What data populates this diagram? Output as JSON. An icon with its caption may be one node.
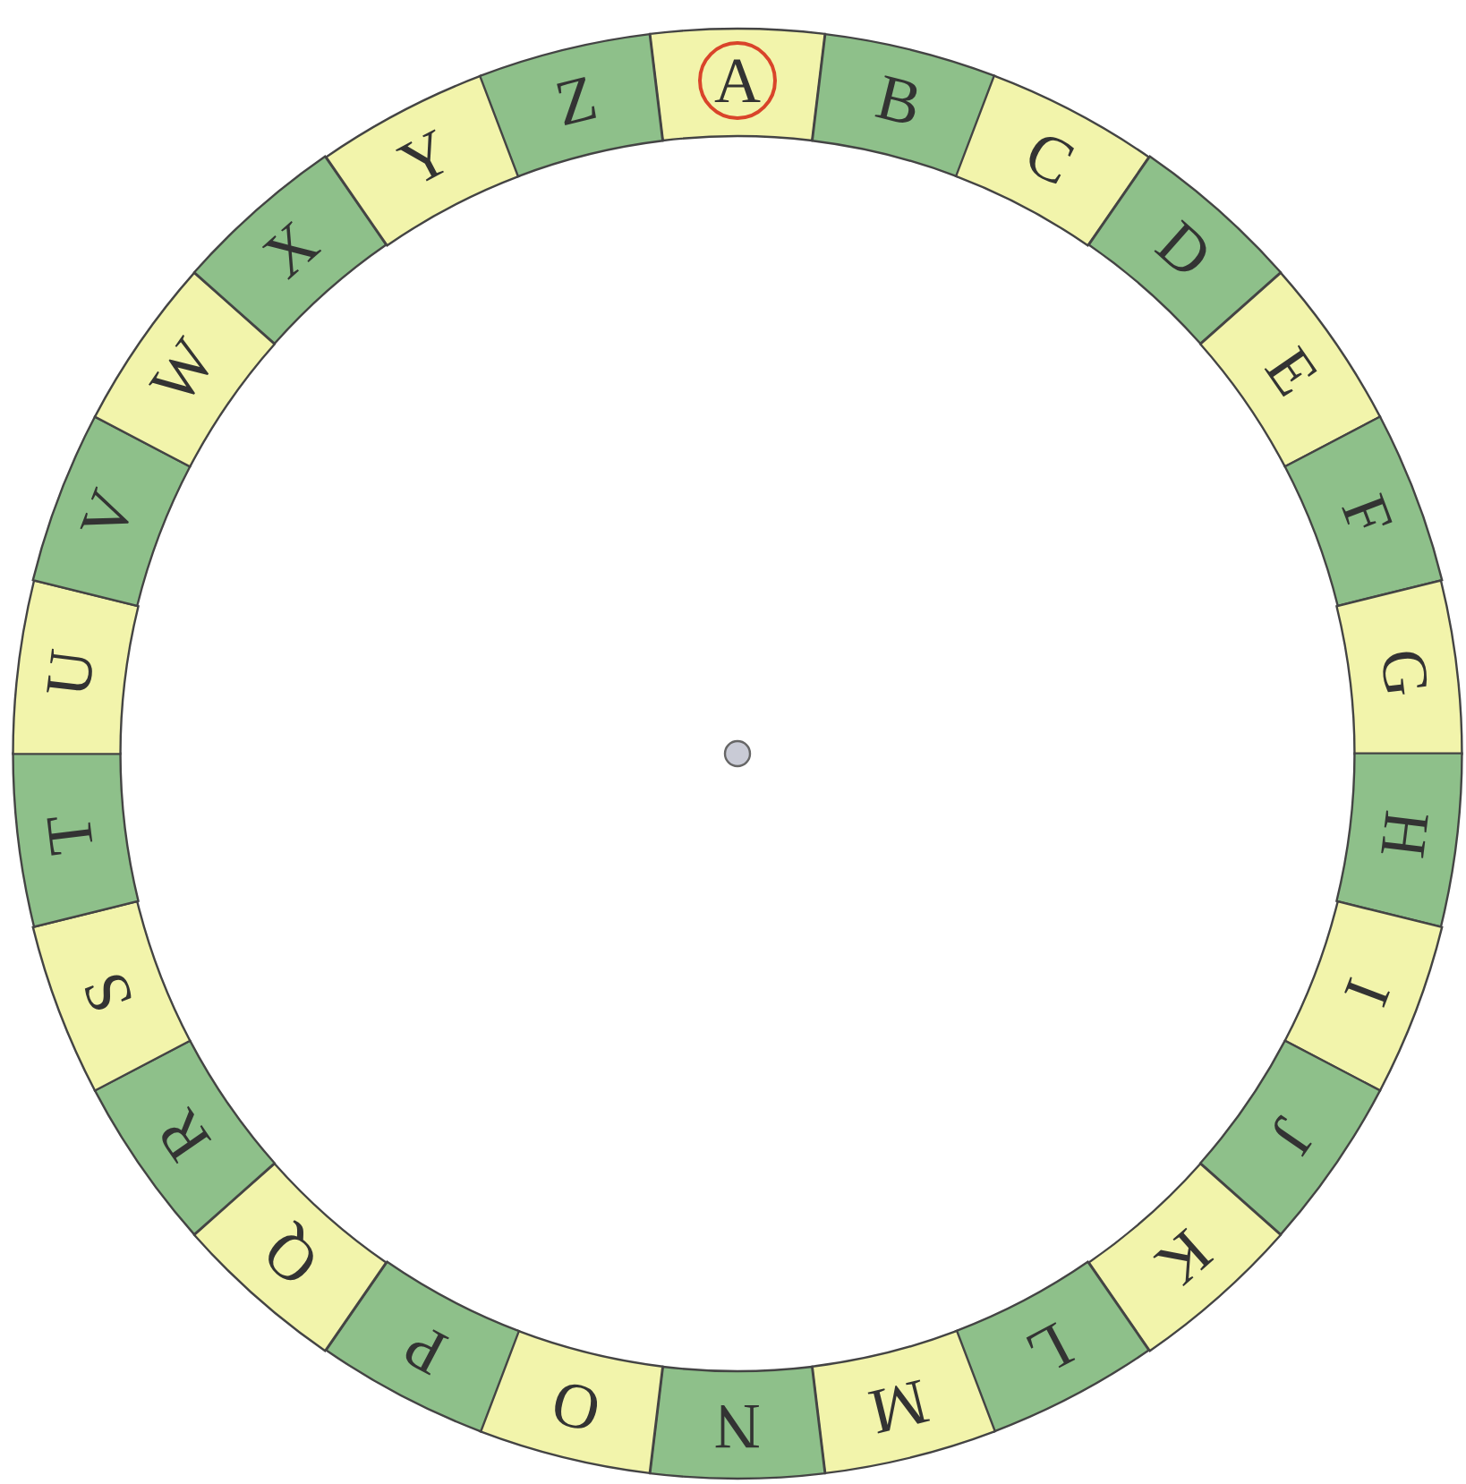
{
  "diagram": {
    "nodes": [
      {
        "text": [
          "A"
        ]
      },
      {
        "text": [
          "B"
        ]
      },
      {
        "text": [
          "C"
        ]
      },
      {
        "text": [
          "D"
        ]
      },
      {
        "text": [
          "E"
        ]
      },
      {
        "text": [
          "F"
        ]
      },
      {
        "text": [
          "G"
        ]
      },
      {
        "text": [
          "H"
        ]
      },
      {
        "text": [
          "I"
        ]
      },
      {
        "text": [
          "J"
        ]
      },
      {
        "text": [
          "K"
        ]
      },
      {
        "text": [
          "L"
        ]
      },
      {
        "text": [
          "M"
        ]
      },
      {
        "text": [
          "N"
        ]
      },
      {
        "text": [
          "O"
        ]
      },
      {
        "text": [
          "P"
        ]
      },
      {
        "text": [
          "Q"
        ]
      },
      {
        "text": [
          "R"
        ]
      },
      {
        "text": [
          "S"
        ]
      },
      {
        "text": [
          "T"
        ]
      },
      {
        "text": [
          "U"
        ]
      },
      {
        "text": [
          "V"
        ]
      },
      {
        "text": [
          "W"
        ]
      },
      {
        "text": [
          "X"
        ]
      },
      {
        "text": [
          "Y"
        ]
      },
      {
        "text": [
          "Z"
        ]
      }
    ]
  }
}
